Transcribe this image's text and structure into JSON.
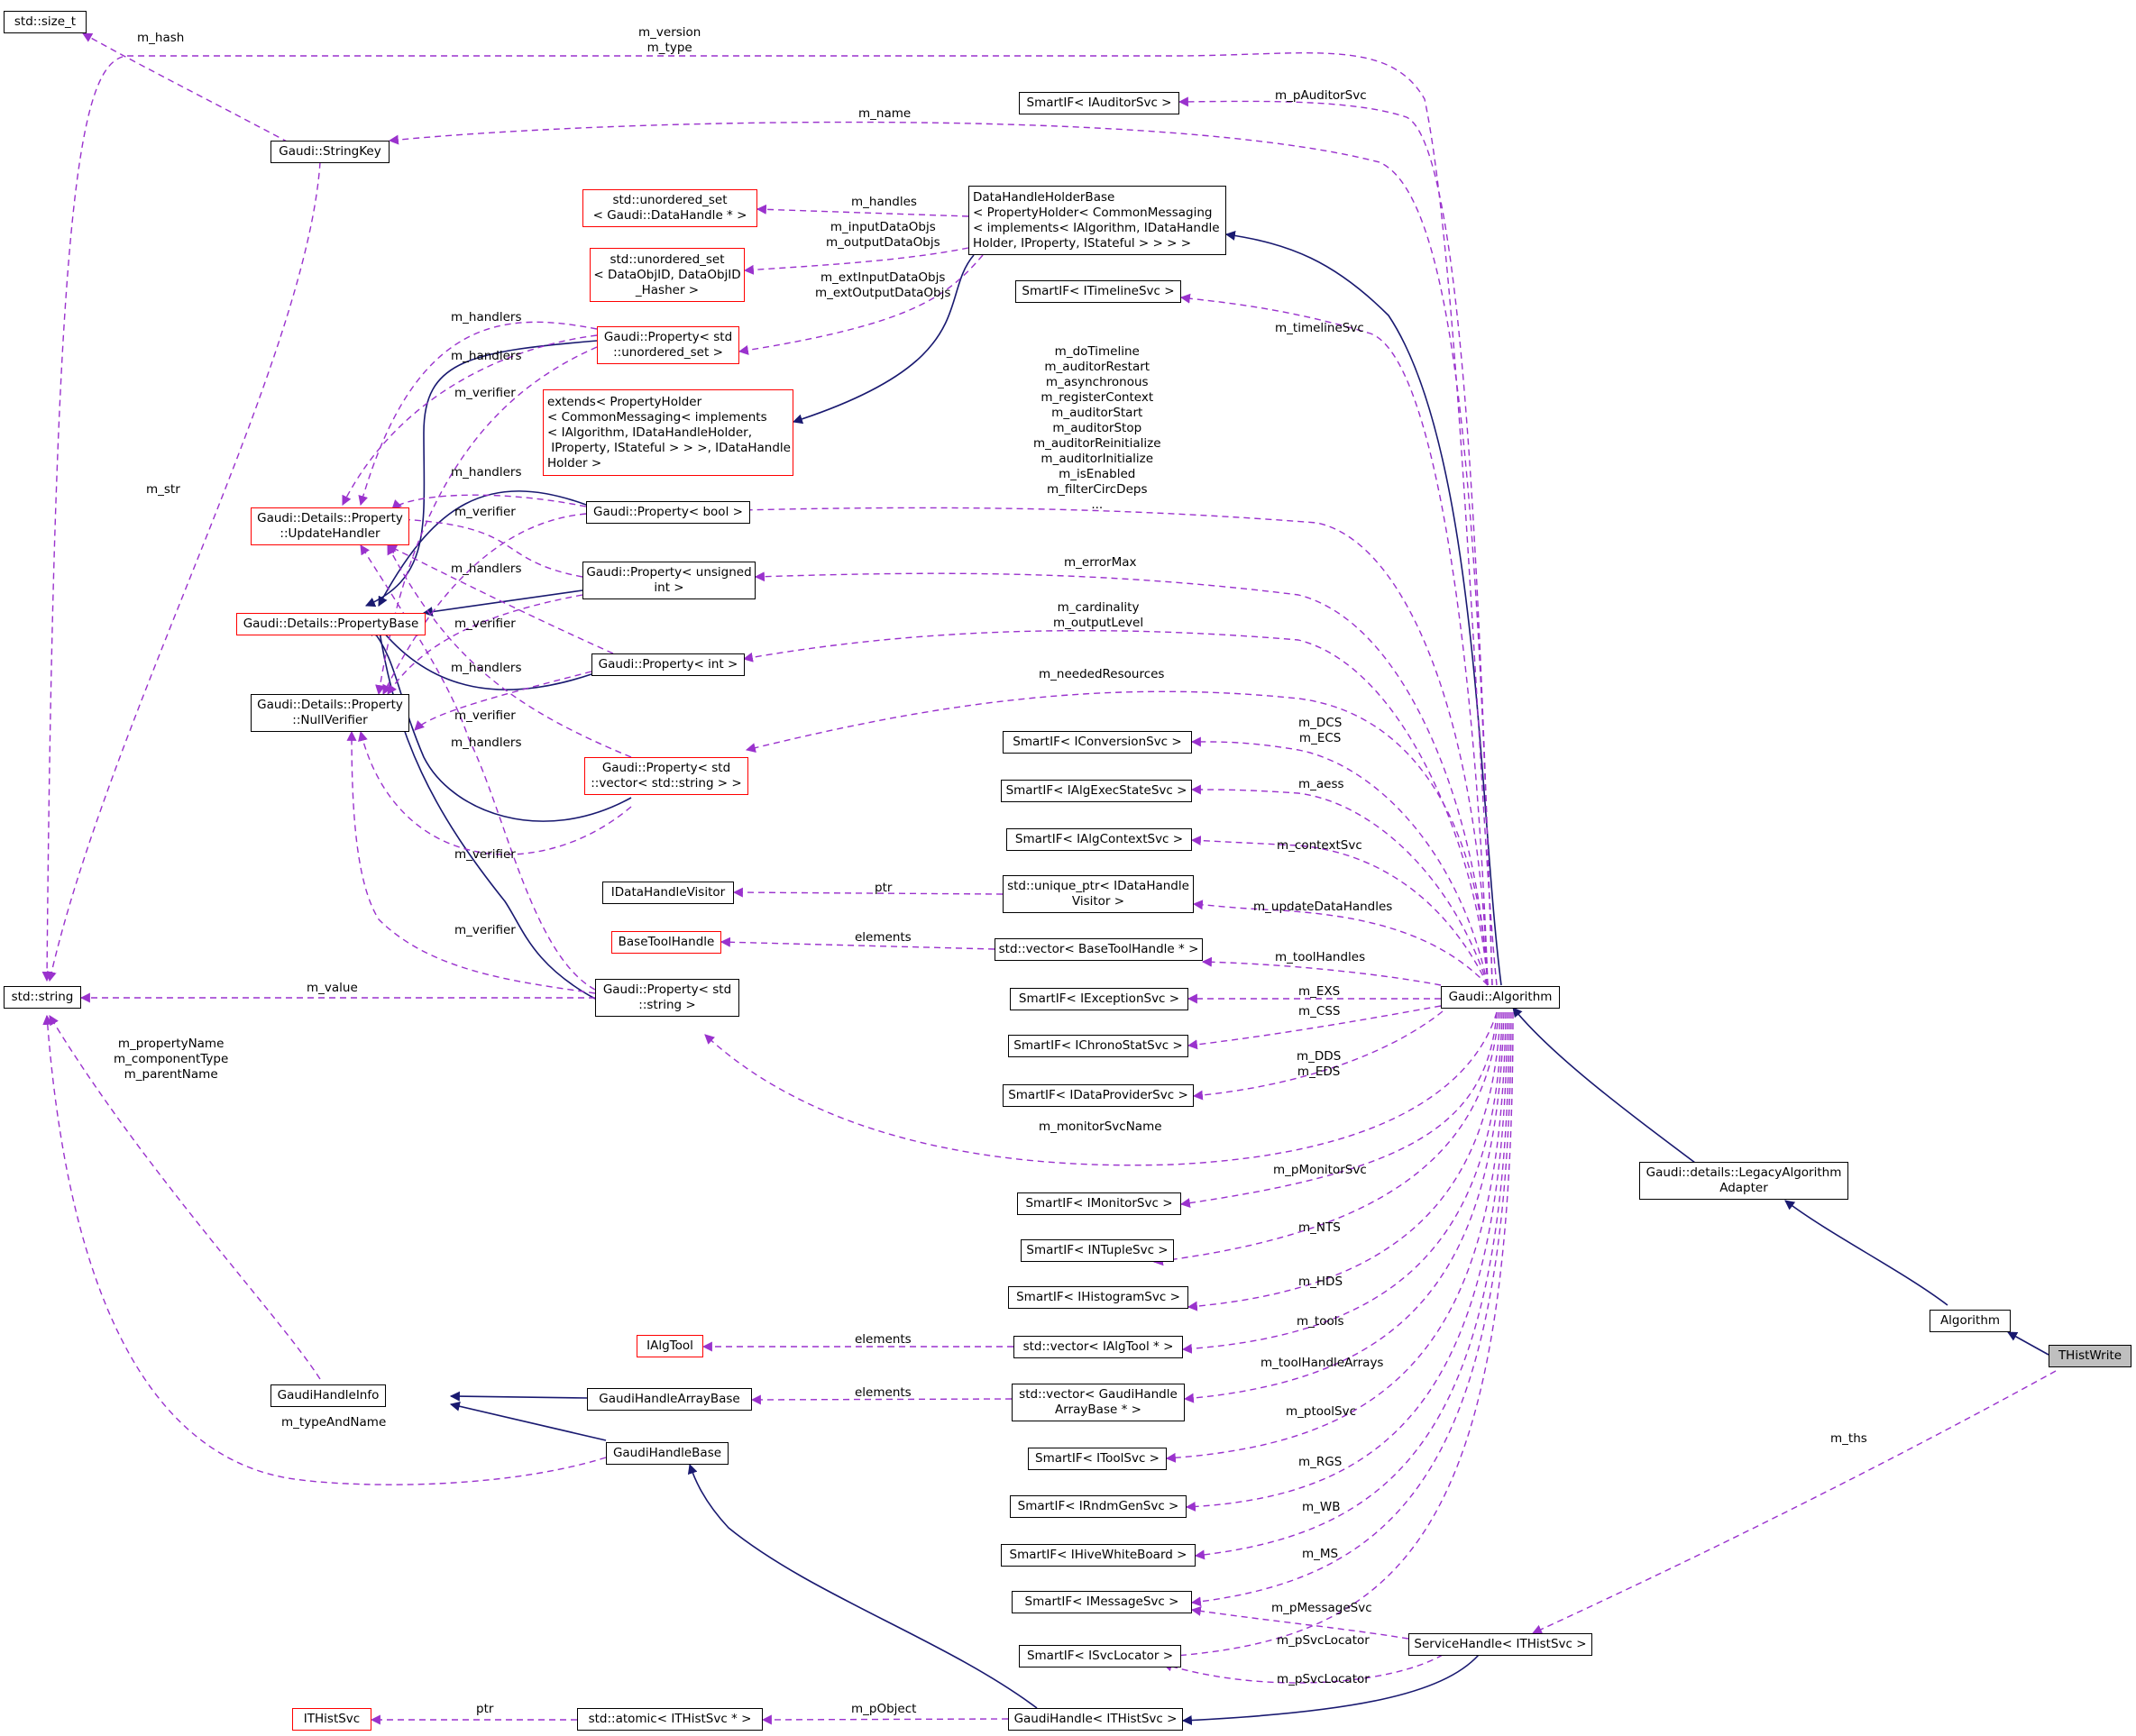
{
  "colors": {
    "inherit": "#191970",
    "usage": "#9a32cd",
    "incomplete_border": "#ff0000",
    "focus_fill": "#bfbfbf"
  },
  "nodes": {
    "size_t": "std::size_t",
    "stringkey": "Gaudi::StringKey",
    "auditor": "SmartIF< IAuditorSvc >",
    "uset_dh": "std::unordered_set\n< Gaudi::DataHandle * >",
    "dhholder": "DataHandleHolderBase\n< PropertyHolder< CommonMessaging\n< implements< IAlgorithm, IDataHandle\nHolder, IProperty, IStateful > > > >",
    "uset_dataobj": "std::unordered_set\n< DataObjID, DataObjID\n_Hasher >",
    "timeline": "SmartIF< ITimelineSvc >",
    "prop_uset": "Gaudi::Property< std\n::unordered_set >",
    "extends": "extends< PropertyHolder\n< CommonMessaging< implements\n< IAlgorithm, IDataHandleHolder,\n IProperty, IStateful > > >, IDataHandle\nHolder >",
    "updatehandler": "Gaudi::Details::Property\n::UpdateHandler",
    "prop_bool": "Gaudi::Property< bool >",
    "prop_uint": "Gaudi::Property< unsigned\nint >",
    "propertybase": "Gaudi::Details::PropertyBase",
    "prop_int": "Gaudi::Property< int >",
    "nullverifier": "Gaudi::Details::Property\n::NullVerifier",
    "prop_vecstr": "Gaudi::Property< std\n::vector< std::string > >",
    "conversion": "SmartIF< IConversionSvc >",
    "algexec": "SmartIF< IAlgExecStateSvc >",
    "algcontext": "SmartIF< IAlgContextSvc >",
    "dhvisitor": "IDataHandleVisitor",
    "uptr_visitor": "std::unique_ptr< IDataHandle\nVisitor >",
    "basetoolhandle": "BaseToolHandle",
    "vec_basetool": "std::vector< BaseToolHandle * >",
    "string": "std::string",
    "prop_string": "Gaudi::Property< std\n::string >",
    "exception": "SmartIF< IExceptionSvc >",
    "algorithm_gaudi": "Gaudi::Algorithm",
    "chrono": "SmartIF< IChronoStatSvc >",
    "dataprovider": "SmartIF< IDataProviderSvc >",
    "legacy": "Gaudi::details::LegacyAlgorithm\nAdapter",
    "monitor": "SmartIF< IMonitorSvc >",
    "ntuple": "SmartIF< INTupleSvc >",
    "histogram": "SmartIF< IHistogramSvc >",
    "algorithm": "Algorithm",
    "ialgtool": "IAlgTool",
    "vec_algtool": "std::vector< IAlgTool * >",
    "thistwrite": "THistWrite",
    "ghinfo": "GaudiHandleInfo",
    "gharraybase": "GaudiHandleArrayBase",
    "vec_gharray": "std::vector< GaudiHandle\nArrayBase * >",
    "ghbase": "GaudiHandleBase",
    "toolsvc": "SmartIF< IToolSvc >",
    "rndm": "SmartIF< IRndmGenSvc >",
    "hivewb": "SmartIF< IHiveWhiteBoard >",
    "message": "SmartIF< IMessageSvc >",
    "svclocator": "SmartIF< ISvcLocator >",
    "servicehandle": "ServiceHandle< ITHistSvc >",
    "ithistsvc": "ITHistSvc",
    "atomic": "std::atomic< ITHistSvc * >",
    "gaudihandle": "GaudiHandle< ITHistSvc >"
  },
  "edge_labels": {
    "hash": "m_hash",
    "version_type": "m_version\nm_type",
    "pauditor": "m_pAuditorSvc",
    "name": "m_name",
    "handles": "m_handles",
    "inout": "m_inputDataObjs\nm_outputDataObjs",
    "ext": "m_extInputDataObjs\nm_extOutputDataObjs",
    "timeline": "m_timelineSvc",
    "str": "m_str",
    "h1": "m_handlers",
    "h2": "m_handlers",
    "v1": "m_verifier",
    "h3": "m_handlers",
    "v2": "m_verifier",
    "h4": "m_handlers",
    "v3": "m_verifier",
    "h5": "m_handlers",
    "v4": "m_verifier",
    "h6": "m_handlers",
    "v5": "m_verifier",
    "v6": "m_verifier",
    "bools": "m_doTimeline\nm_auditorRestart\nm_asynchronous\nm_registerContext\nm_auditorStart\nm_auditorStop\nm_auditorReinitialize\nm_auditorInitialize\nm_isEnabled\nm_filterCircDeps\n...",
    "errormax": "m_errorMax",
    "card": "m_cardinality\nm_outputLevel",
    "needed": "m_neededResources",
    "dcs": "m_DCS\nm_ECS",
    "aess": "m_aess",
    "context": "m_contextSvc",
    "ptr1": "ptr",
    "update": "m_updateDataHandles",
    "elements1": "elements",
    "toolhandles": "m_toolHandles",
    "value": "m_value",
    "exs": "m_EXS",
    "css": "m_CSS",
    "dds": "m_DDS\nm_EDS",
    "pname": "m_propertyName\nm_componentType\nm_parentName",
    "monitorname": "m_monitorSvcName",
    "pmonitor": "m_pMonitorSvc",
    "nts": "m_NTS",
    "hds": "m_HDS",
    "tools": "m_tools",
    "elements2": "elements",
    "ths": "m_ths",
    "toolarrays": "m_toolHandleArrays",
    "elements3": "elements",
    "typeandname": "m_typeAndName",
    "ptoolsvc": "m_ptoolSvc",
    "rgs": "m_RGS",
    "wb": "m_WB",
    "ms": "m_MS",
    "pmessage": "m_pMessageSvc",
    "psvc1": "m_pSvcLocator",
    "psvc2": "m_pSvcLocator",
    "ptr2": "ptr",
    "pobject": "m_pObject"
  }
}
